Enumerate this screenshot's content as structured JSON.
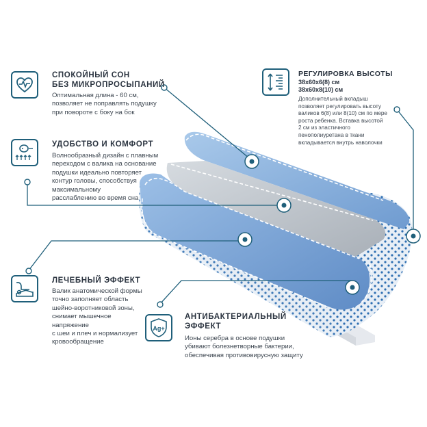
{
  "features": {
    "sleep": {
      "icon": "heart-pulse-icon",
      "title_lines": [
        "СПОКОЙНЫЙ СОН",
        "БЕЗ МИКРОПРОСЫПАНИЙ"
      ],
      "desc_lines": [
        "Оптимальная длина - 60 см,",
        "позволяет не поправлять подушку",
        "при повороте с боку на бок"
      ]
    },
    "comfort": {
      "icon": "head-support-icon",
      "title": "УДОБСТВО И КОМФОРТ",
      "desc_lines": [
        "Волнообразный дизайн с плавным",
        "переходом с валика на основание",
        "подушки идеально повторяет",
        "контур головы, способствуя",
        "максимальному",
        "расслаблению во время сна"
      ]
    },
    "therapy": {
      "icon": "neck-support-icon",
      "title": "ЛЕЧЕБНЫЙ ЭФФЕКТ",
      "desc_lines": [
        "Валик анатомической формы",
        "точно заполняет область",
        "шейно-воротниковой зоны,",
        "снимает мышечное",
        "напряжение",
        "с шеи и плеч и нормализует",
        "кровообращение"
      ]
    },
    "height": {
      "icon": "height-adjust-icon",
      "title": "РЕГУЛИРОВКА ВЫСОТЫ",
      "sizes": [
        "38х60х6(8) см",
        "38х60х8(10) см"
      ],
      "desc_lines": [
        "Дополнительный вкладыш",
        "позволяет регулировать высоту",
        "валиков 6(8) или 8(10) см по мере",
        "роста ребенка. Вставка высотой",
        "2 см из эластичного",
        "пенополиуретана в ткани",
        "вкладывается внутрь наволочки"
      ]
    },
    "antibacterial": {
      "icon": "silver-ag-shield-icon",
      "badge": "Ag+",
      "title_lines": [
        "АНТИБАКТЕРИАЛЬНЫЙ",
        "ЭФФЕКТ"
      ],
      "desc_lines": [
        "Ионы серебра в основе подушки",
        "убивают болезнетворные бактерии,",
        "обеспечивая противовирусную защиту"
      ]
    }
  },
  "colors": {
    "accent": "#1f5f7a",
    "pillow_blue": "#7ea9d8",
    "pillow_gray": "#b9bfc6",
    "dots": "#2f6fb2"
  }
}
